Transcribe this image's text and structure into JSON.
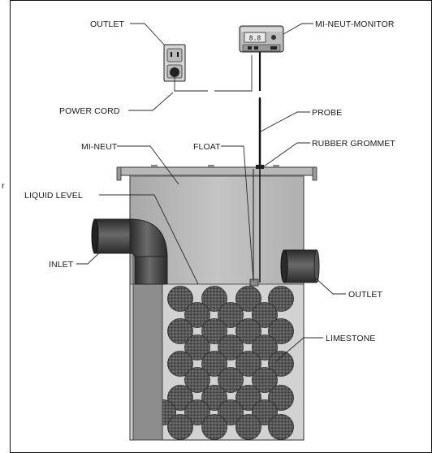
{
  "labels": {
    "outlet_power": "OUTLET",
    "monitor": "MI-NEUT-MONITOR",
    "power_cord": "POWER CORD",
    "probe": "PROBE",
    "mi_neut": "MI-NEUT",
    "float": "FLOAT",
    "rubber_grommet": "RUBBER GROMMET",
    "liquid_level": "LIQUID LEVEL",
    "inlet": "INLET",
    "outlet_pipe": "OUTLET",
    "limestone": "LIMESTONE",
    "edge_fragment": "r"
  },
  "monitor_display": "8.8",
  "colors": {
    "tank_upper": "#b9b9b9",
    "tank_liquid": "#cfcfcf",
    "pipe": "#3a3a3a",
    "stone": "#5e5e5e",
    "line": "#222222"
  }
}
